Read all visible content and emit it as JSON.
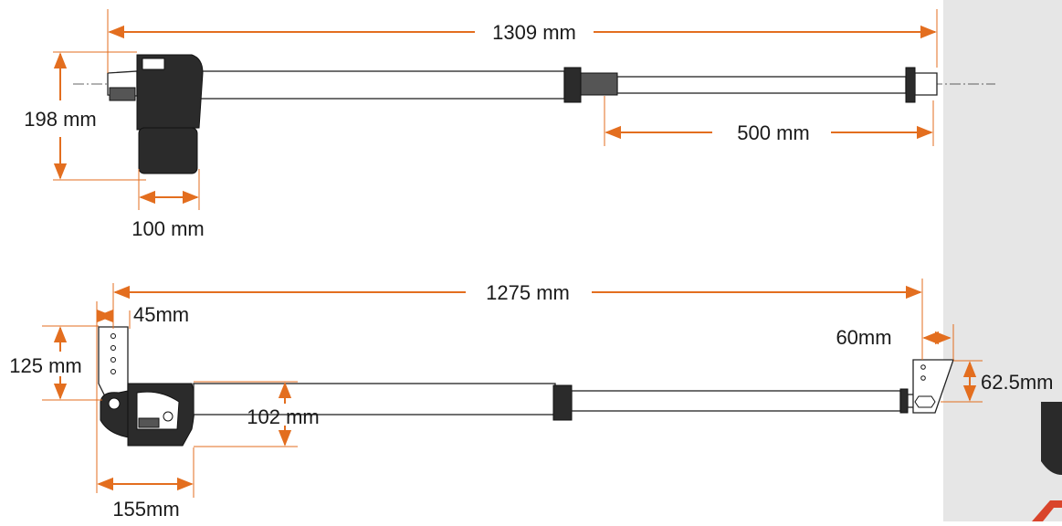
{
  "colors": {
    "accent": "#e36e1f",
    "panel": "#e6e6e6",
    "brand_dark": "#2a2a2a",
    "brand_red": "#d9442b"
  },
  "top_view": {
    "length_total": "1309 mm",
    "stroke": "500 mm",
    "height": "198 mm",
    "motor_width": "100 mm"
  },
  "side_view": {
    "length_total": "1275 mm",
    "bracket_offset": "45mm",
    "bracket_height": "125 mm",
    "body_height": "102 mm",
    "motor_depth": "155mm",
    "end_bracket_width": "60mm",
    "end_bracket_height": "62.5mm"
  },
  "brand_logo": {
    "icon": "brand-logo-partial"
  }
}
